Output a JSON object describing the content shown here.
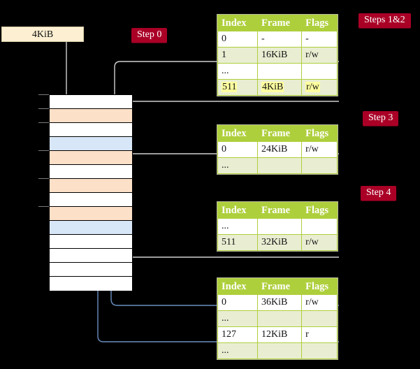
{
  "diagram": {
    "title": "multi-level page table walk",
    "colors": {
      "table_header": "#aecf3c",
      "table_alt_row": "#e9eed2",
      "highlight": "#ffffa0",
      "badge": "#aa0026",
      "frame_box": "#fdf0d2",
      "mem_orange": "#fde0c8",
      "mem_blue": "#d8e7f7",
      "arrow_gray": "#c9c9c9",
      "arrow_blue": "#6a8fc0",
      "background": "#000000"
    }
  },
  "frame_box": {
    "label": "4KiB"
  },
  "badges": [
    {
      "name": "step-0",
      "label": "Step 0"
    },
    {
      "name": "steps-1-2",
      "label": "Steps 1&2"
    },
    {
      "name": "step-3",
      "label": "Step 3"
    },
    {
      "name": "step-4",
      "label": "Step 4"
    }
  ],
  "tables": [
    {
      "name": "page-table-level-0",
      "headers": [
        "Index",
        "Frame",
        "Flags"
      ],
      "rows": [
        {
          "style": "plain",
          "index": "0",
          "frame": "-",
          "flags": "-",
          "highlight": false
        },
        {
          "style": "alt",
          "index": "1",
          "frame": "16KiB",
          "flags": "r/w",
          "highlight": false
        },
        {
          "style": "plain",
          "index": "...",
          "frame": "",
          "flags": "",
          "highlight": false
        },
        {
          "style": "alt",
          "index": "511",
          "frame": "4KiB",
          "flags": "r/w",
          "highlight": true
        }
      ]
    },
    {
      "name": "page-table-level-1",
      "headers": [
        "Index",
        "Frame",
        "Flags"
      ],
      "rows": [
        {
          "style": "plain",
          "index": "0",
          "frame": "24KiB",
          "flags": "r/w",
          "highlight": false
        },
        {
          "style": "alt",
          "index": "...",
          "frame": "",
          "flags": "",
          "highlight": false
        }
      ]
    },
    {
      "name": "page-table-level-2",
      "headers": [
        "Index",
        "Frame",
        "Flags"
      ],
      "rows": [
        {
          "style": "plain",
          "index": "...",
          "frame": "",
          "flags": "",
          "highlight": false
        },
        {
          "style": "alt",
          "index": "511",
          "frame": "32KiB",
          "flags": "r/w",
          "highlight": false
        }
      ]
    },
    {
      "name": "page-table-level-3",
      "headers": [
        "Index",
        "Frame",
        "Flags"
      ],
      "rows": [
        {
          "style": "plain",
          "index": "0",
          "frame": "36KiB",
          "flags": "r/w",
          "highlight": false
        },
        {
          "style": "alt",
          "index": "...",
          "frame": "",
          "flags": "",
          "highlight": false
        },
        {
          "style": "plain",
          "index": "127",
          "frame": "12KiB",
          "flags": "r",
          "highlight": false
        },
        {
          "style": "alt",
          "index": "...",
          "frame": "",
          "flags": "",
          "highlight": false
        }
      ]
    }
  ],
  "memory_column": {
    "name": "physical-memory-column",
    "rows": [
      {
        "fill": "white"
      },
      {
        "fill": "orange"
      },
      {
        "fill": "white"
      },
      {
        "fill": "blue"
      },
      {
        "fill": "orange"
      },
      {
        "fill": "white"
      },
      {
        "fill": "orange"
      },
      {
        "fill": "white"
      },
      {
        "fill": "orange"
      },
      {
        "fill": "blue"
      },
      {
        "fill": "white"
      },
      {
        "fill": "white"
      },
      {
        "fill": "white"
      },
      {
        "fill": "white"
      }
    ],
    "tick_rows": [
      0,
      1,
      2,
      4,
      6,
      8
    ]
  }
}
